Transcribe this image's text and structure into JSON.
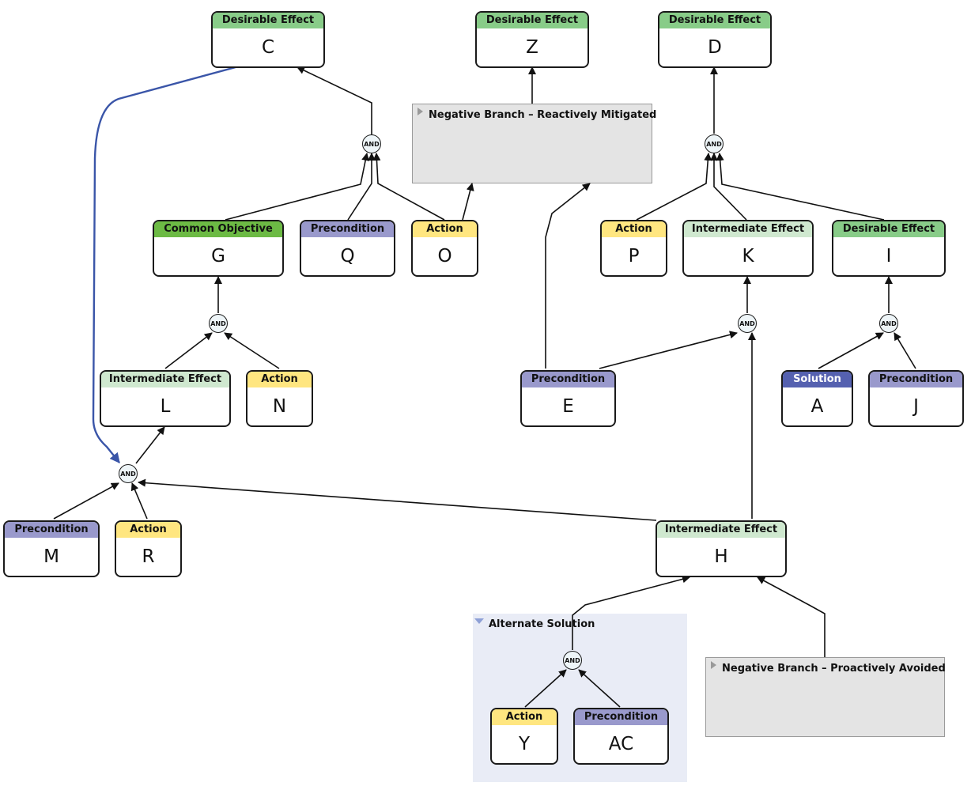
{
  "groups": {
    "reactively_mitigated": "Negative Branch – Reactively Mitigated",
    "proactively_avoided": "Negative Branch – Proactively Avoided",
    "alternate_solution": "Alternate Solution"
  },
  "and_label": "AND",
  "nodes": {
    "C": {
      "type": "Desirable Effect",
      "letter": "C"
    },
    "Z": {
      "type": "Desirable Effect",
      "letter": "Z"
    },
    "D": {
      "type": "Desirable Effect",
      "letter": "D"
    },
    "G": {
      "type": "Common Objective",
      "letter": "G"
    },
    "Q": {
      "type": "Precondition",
      "letter": "Q"
    },
    "O": {
      "type": "Action",
      "letter": "O"
    },
    "P": {
      "type": "Action",
      "letter": "P"
    },
    "K": {
      "type": "Intermediate Effect",
      "letter": "K"
    },
    "I": {
      "type": "Desirable Effect",
      "letter": "I"
    },
    "L": {
      "type": "Intermediate Effect",
      "letter": "L"
    },
    "N": {
      "type": "Action",
      "letter": "N"
    },
    "E": {
      "type": "Precondition",
      "letter": "E"
    },
    "A": {
      "type": "Solution",
      "letter": "A"
    },
    "J": {
      "type": "Precondition",
      "letter": "J"
    },
    "M": {
      "type": "Precondition",
      "letter": "M"
    },
    "R": {
      "type": "Action",
      "letter": "R"
    },
    "H": {
      "type": "Intermediate Effect",
      "letter": "H"
    },
    "Y": {
      "type": "Action",
      "letter": "Y"
    },
    "AC": {
      "type": "Precondition",
      "letter": "AC"
    }
  },
  "colors": {
    "desirable_effect": "#88cc88",
    "common_objective": "#6cba44",
    "precondition": "#9999cc",
    "action": "#ffe680",
    "intermediate_effect": "#cfe8cf",
    "solution": "#5561b0",
    "highlight_edge": "#3a55a8"
  }
}
